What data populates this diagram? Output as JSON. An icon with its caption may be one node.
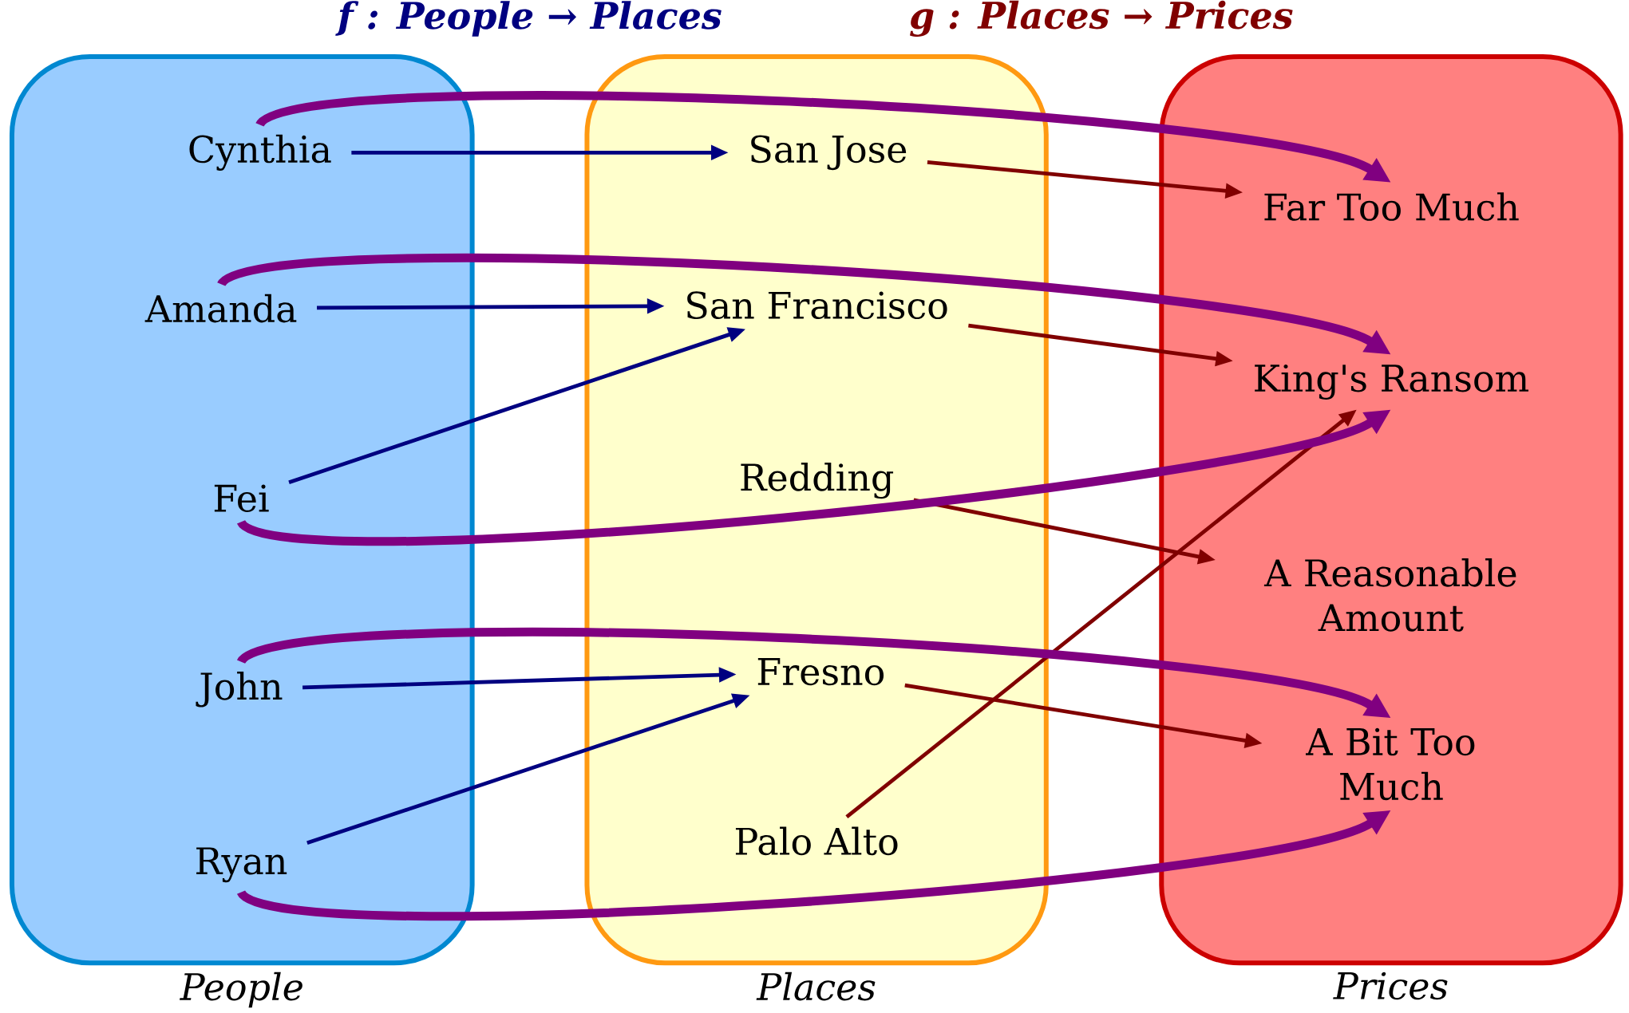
{
  "diagram": {
    "nodes": [
      {
        "text": [
          "People"
        ]
      },
      {
        "text": [
          "Places"
        ]
      },
      {
        "text": [
          "Prices"
        ]
      },
      {
        "text": [
          "Cynthia"
        ],
        "in": 0
      },
      {
        "text": [
          "Amanda"
        ],
        "in": 0
      },
      {
        "text": [
          "Fei"
        ],
        "in": 0
      },
      {
        "text": [
          "John"
        ],
        "in": 0
      },
      {
        "text": [
          "Ryan"
        ],
        "in": 0
      },
      {
        "text": [
          "San Jose"
        ],
        "in": 1
      },
      {
        "text": [
          "San Francisco"
        ],
        "in": 1
      },
      {
        "text": [
          "Redding"
        ],
        "in": 1
      },
      {
        "text": [
          "Fresno"
        ],
        "in": 1
      },
      {
        "text": [
          "Palo Alto"
        ],
        "in": 1
      },
      {
        "text": [
          "Far Too Much"
        ],
        "in": 2
      },
      {
        "text": [
          "King's Ransom"
        ],
        "in": 2
      },
      {
        "text": [
          "A Reasonable Amount"
        ],
        "in": 2
      },
      {
        "text": [
          "A Bit Too Much"
        ],
        "in": 2
      }
    ],
    "edges": [
      {
        "from": 3,
        "to": 8,
        "arrow": "to",
        "color": "#000080"
      },
      {
        "from": 4,
        "to": 9,
        "arrow": "to",
        "color": "#000080"
      },
      {
        "from": 5,
        "to": 9,
        "arrow": "to",
        "color": "#000080"
      },
      {
        "from": 6,
        "to": 11,
        "arrow": "to",
        "color": "#000080"
      },
      {
        "from": 7,
        "to": 11,
        "arrow": "to",
        "color": "#000080"
      },
      {
        "from": 8,
        "to": 13,
        "arrow": "to",
        "color": "#800000"
      },
      {
        "from": 9,
        "to": 14,
        "arrow": "to",
        "color": "#800000"
      },
      {
        "from": 10,
        "to": 15,
        "arrow": "to",
        "color": "#800000"
      },
      {
        "from": 11,
        "to": 16,
        "arrow": "to",
        "color": "#800000"
      },
      {
        "from": 12,
        "to": 14,
        "arrow": "to",
        "color": "#800000"
      },
      {
        "from": 3,
        "to": 13,
        "arrow": "to",
        "style": "thick",
        "color": "#800080"
      },
      {
        "from": 4,
        "to": 14,
        "arrow": "to",
        "style": "thick",
        "color": "#800080"
      },
      {
        "from": 5,
        "to": 14,
        "arrow": "to",
        "style": "thick",
        "color": "#800080"
      },
      {
        "from": 6,
        "to": 16,
        "arrow": "to",
        "style": "thick",
        "color": "#800080"
      },
      {
        "from": 7,
        "to": 16,
        "arrow": "to",
        "style": "thick",
        "color": "#800080"
      }
    ],
    "labels": [
      "f : People → Places",
      "g : Places → Prices"
    ]
  }
}
